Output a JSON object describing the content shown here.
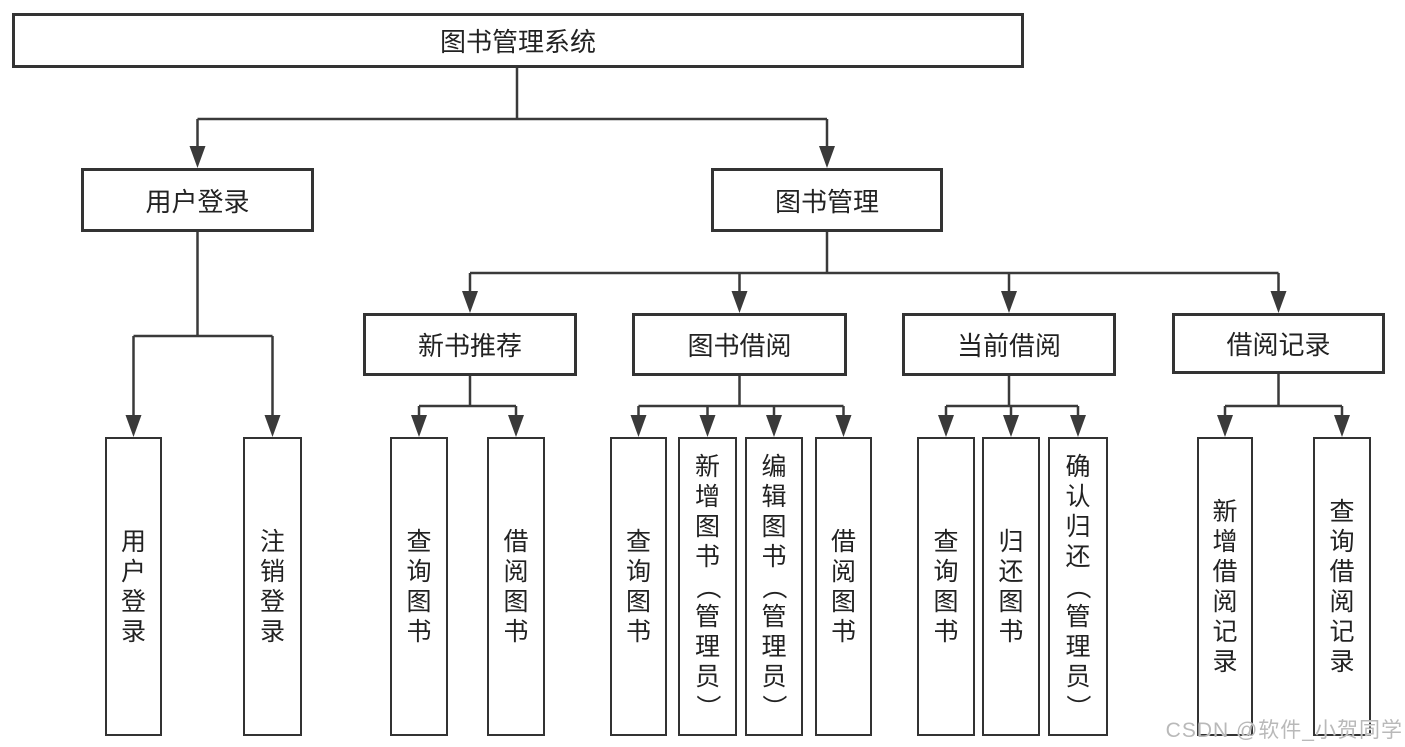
{
  "diagram": {
    "root": {
      "label": "图书管理系统"
    },
    "branches": [
      {
        "label": "用户登录",
        "leaves": [
          "用户登录",
          "注销登录"
        ]
      },
      {
        "label": "图书管理",
        "children": [
          {
            "label": "新书推荐",
            "leaves": [
              "查询图书",
              "借阅图书"
            ]
          },
          {
            "label": "图书借阅",
            "leaves": [
              "查询图书",
              "新增图书（管理员）",
              "编辑图书（管理员）",
              "借阅图书"
            ]
          },
          {
            "label": "当前借阅",
            "leaves": [
              "查询图书",
              "归还图书",
              "确认归还（管理员）"
            ]
          },
          {
            "label": "借阅记录",
            "leaves": [
              "新增借阅记录",
              "查询借阅记录"
            ]
          }
        ]
      }
    ],
    "watermark": "CSDN @软件_小贺同学",
    "colors": {
      "line": "#3a3a3a",
      "border": "#333333",
      "text": "#222222",
      "watermark": "#b9b9b9",
      "background": "#ffffff"
    }
  }
}
